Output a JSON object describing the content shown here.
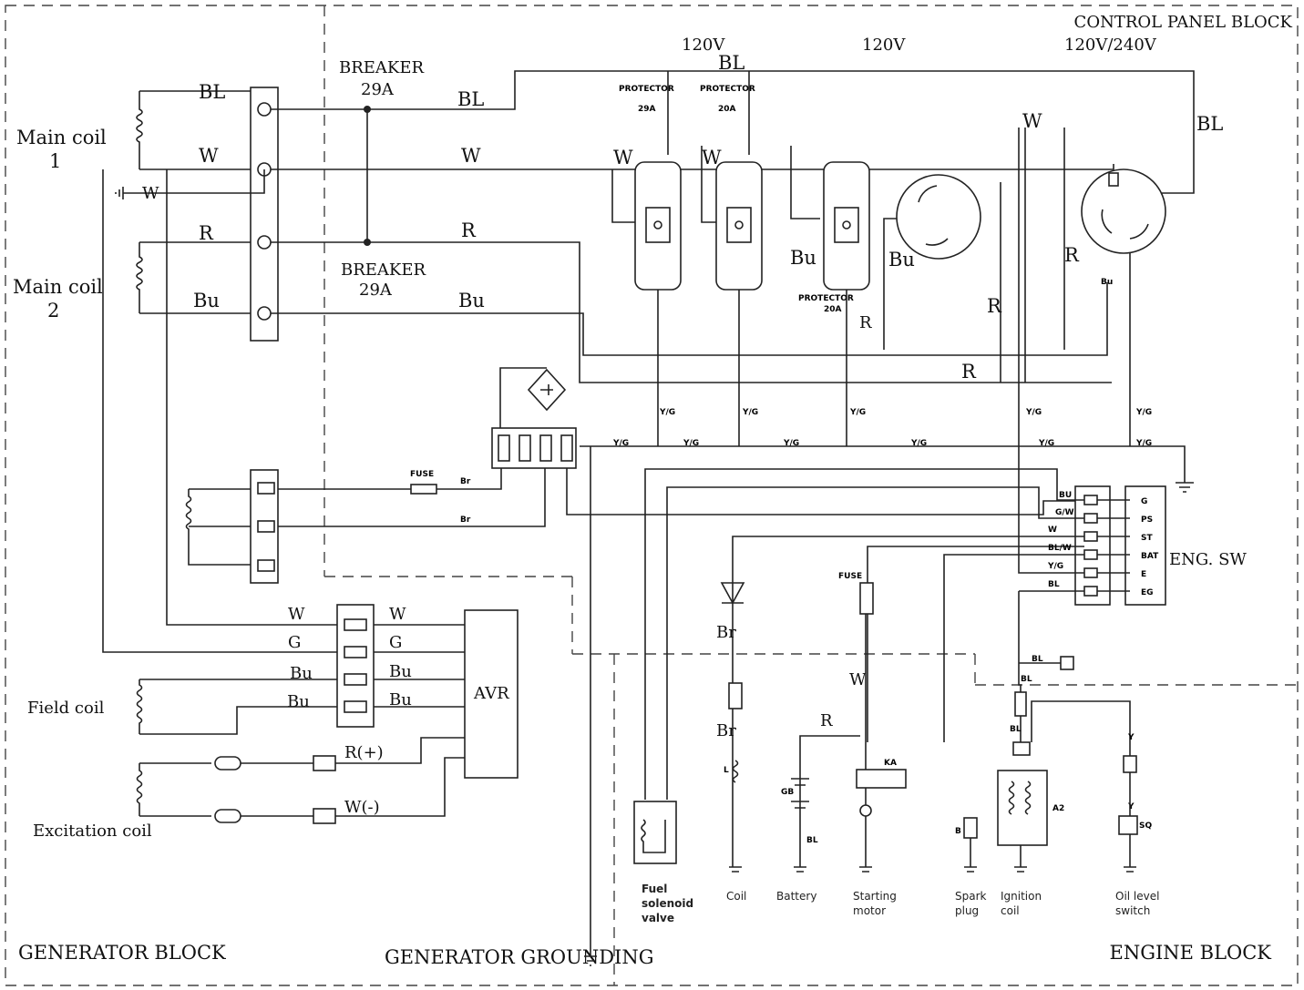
{
  "blocks": {
    "control_panel": "CONTROL PANEL BLOCK",
    "generator": "GENERATOR BLOCK",
    "generator_grounding": "GENERATOR GROUNDING",
    "engine": "ENGINE BLOCK"
  },
  "voltages": [
    "120V",
    "120V",
    "120V/240V"
  ],
  "coils": {
    "main1_line1": "Main coil",
    "main1_line2": "1",
    "main2_line1": "Main coil",
    "main2_line2": "2",
    "field": "Field coil",
    "excitation": "Excitation coil"
  },
  "breakers": [
    {
      "name": "BREAKER",
      "rating": "29A"
    },
    {
      "name": "BREAKER",
      "rating": "29A"
    }
  ],
  "protectors": [
    {
      "name": "PROTECTOR",
      "rating": "29A"
    },
    {
      "name": "PROTECTOR",
      "rating": "20A"
    },
    {
      "name": "PROTECTOR",
      "rating": "20A"
    }
  ],
  "wires": {
    "bl": "BL",
    "w": "W",
    "r": "R",
    "bu": "Bu",
    "g": "G",
    "br": "Br",
    "yg": "Y/G",
    "y": "Y",
    "l": "L",
    "gb": "GB",
    "r_plus": "R(+)",
    "w_minus": "W(-)",
    "bu_caps": "BU",
    "gw": "G/W",
    "blw": "BL/W",
    "bl_upper": "BL",
    "ka": "KA",
    "a2": "A2",
    "sq": "SQ",
    "b": "B"
  },
  "fuse": "FUSE",
  "avr": "AVR",
  "eng_sw": {
    "title": "ENG. SW",
    "terminals": [
      "G",
      "PS",
      "ST",
      "BAT",
      "E",
      "EG"
    ]
  },
  "components": {
    "fuel_valve": [
      "Fuel",
      "solenoid",
      "valve"
    ],
    "coil": "Coil",
    "battery": "Battery",
    "starting_motor": [
      "Starting",
      "motor"
    ],
    "spark_plug": [
      "Spark",
      "plug"
    ],
    "ignition_coil": [
      "Ignition",
      "coil"
    ],
    "oil_switch": [
      "Oil level",
      "switch"
    ]
  }
}
